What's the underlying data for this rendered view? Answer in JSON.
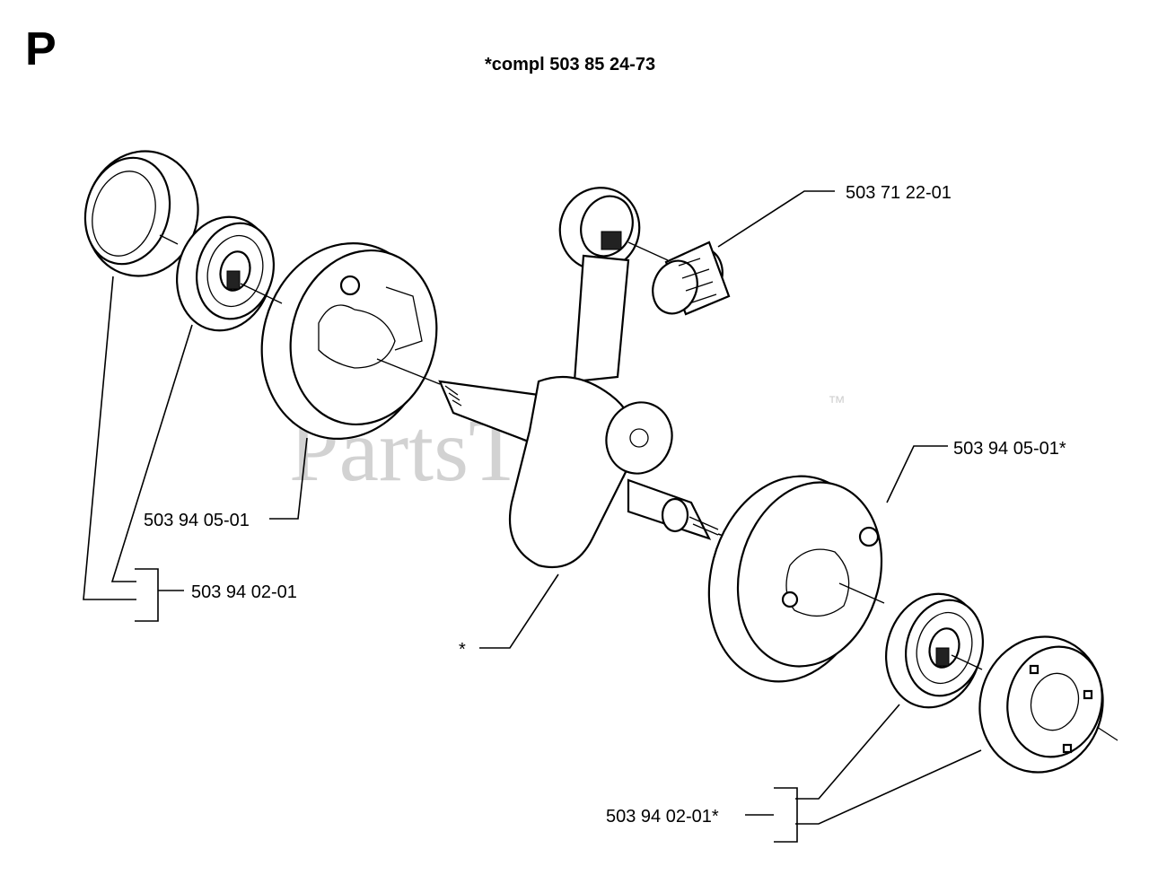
{
  "page": {
    "letter": "P",
    "title": "*compl 503 85 24-73",
    "watermark": "PartsTree",
    "watermark_tm": "™"
  },
  "labels": {
    "needle_bearing": "503 71 22-01",
    "left_seal": "503 94 05-01",
    "left_bearing_pair": "503 94 02-01",
    "crank_star": "*",
    "right_seal": "503 94 05-01*",
    "right_bearing_pair": "503 94 02-01*"
  }
}
